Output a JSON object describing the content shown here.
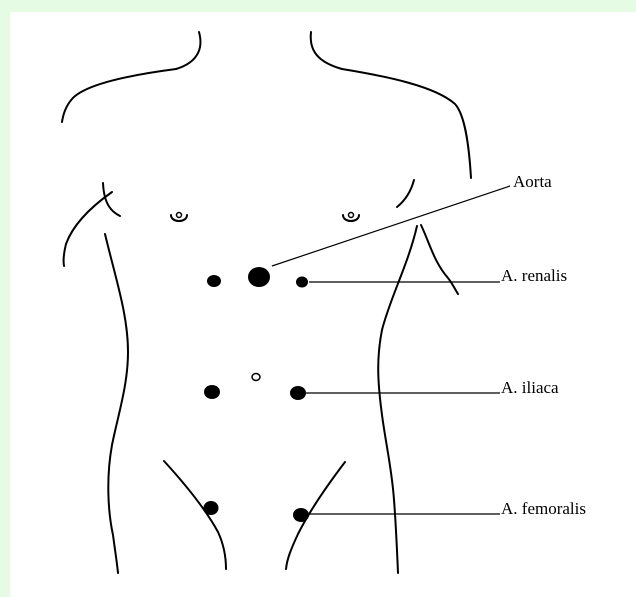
{
  "diagram": {
    "labels": {
      "aorta": "Aorta",
      "renalis": "A. renalis",
      "iliaca": "A. iliaca",
      "femoralis": "A. femoralis"
    }
  },
  "colors": {
    "border_background": "#e6fbe3",
    "canvas": "#ffffff",
    "ink": "#000000"
  }
}
